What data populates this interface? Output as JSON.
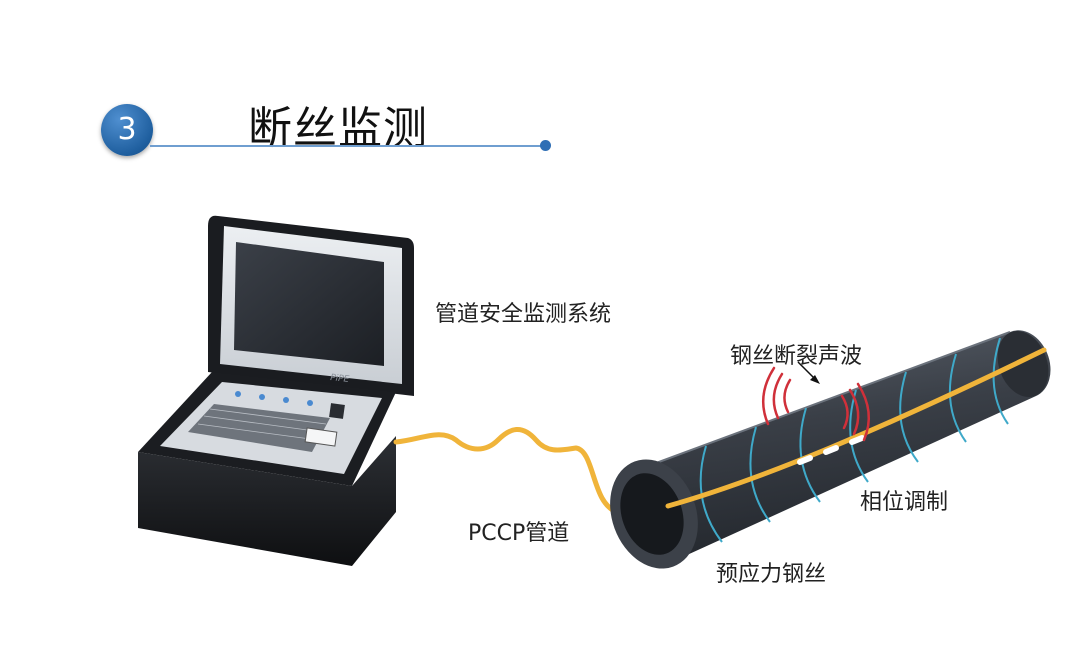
{
  "header": {
    "step_number": "3",
    "title": "断丝监测"
  },
  "labels": {
    "monitor_system": "管道安全监测系统",
    "acoustic_wave": "钢丝断裂声波",
    "phase_modulation": "相位调制",
    "pccp_pipe": "PCCP管道",
    "prestressed_wire": "预应力钢丝"
  },
  "device": {
    "brand": "PiPE"
  },
  "colors": {
    "accent_blue": "#2f6fb5",
    "fiber_cable": "#f0b43a",
    "pipe": "#3c4149",
    "wire_rings": "#3fa9c9",
    "acoustic_wave": "#d0303a"
  }
}
